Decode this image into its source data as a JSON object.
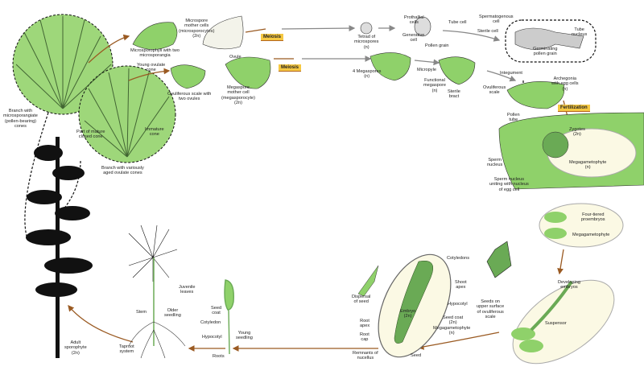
{
  "colors": {
    "plant_green": "#8fd16a",
    "pale_yellow": "#fbf9e4",
    "arrow_brown": "#9a5a22",
    "badge": "#f5c842"
  },
  "stages": {
    "meiosis": "Meiosis",
    "fertilization": "Fertilization"
  },
  "labels": {
    "microspore_mother_cells": "Microspore\nmother cells\n(microsporocytes)\n(2n)",
    "microsporophyll": "Microsporophyll with two\nmicrosporangia",
    "young_ovulate_cone": "Young ovulate\ncone",
    "ovuliferous_scale_two_ovules": "Ovuliferous scale with\ntwo ovules",
    "ovule": "Ovule",
    "megaspore_mother_cell": "Megaspore\nmother cell\n(megasporocyte)\n(2n)",
    "branch_microsporangiate": "Branch with\nmicrosporangiate\n(pollen-bearing)\ncones",
    "mature_closed_cone": "Part of mature\nclosed cone",
    "immature_cone": "Immature\ncone",
    "branch_ovulate": "Branch with variously\naged ovulate cones",
    "tetrad": "Tetrad of\nmicrospores\n(n)",
    "prothallial_cells": "Prothallial\ncells",
    "tube_cell": "Tube cell",
    "generative_cell": "Generative\ncell",
    "pollen_grain": "Pollen grain",
    "spermatogenous_cell": "Spermatogenous\ncell",
    "sterile_cell": "Sterile cell",
    "tube_nucleus": "Tube\nnucleus",
    "germinating_pollen": "Germinating\npollen grain",
    "four_megaspores": "4 Megaspores\n(n)",
    "micropyle": "Micropyle",
    "functional_megaspore": "Functional\nmegaspore\n(n)",
    "sterile_bract": "Sterile\nbract",
    "ovuliferous_scale": "Ovuliferous\nscale",
    "integument": "Integument",
    "archegonia": "Archegonia\nwith egg cells\n(n)",
    "pollen_tube": "Pollen\ntube",
    "zygotes": "Zygotes\n(2n)",
    "sperm_nucleus": "Sperm\nnucleus",
    "megagametophyte_fert": "Megagametophyte\n(n)",
    "sperm_uniting": "Sperm nucleus\nuniting with nucleus\nof egg cell",
    "four_tiered_proembryos": "Four-tiered\nproembryos",
    "megagametophyte_pro": "Megagametophyte",
    "developing_embryos": "Developing\nembryos",
    "suspensor": "Suspensor",
    "seeds_on_scale": "Seeds on\nupper surface\nof ovuliferous\nscale",
    "cotyledons": "Cotyledons",
    "shoot_apex": "Shoot\napex",
    "hypocotyl_seed": "Hypocotyl",
    "embryo": "Embryo\n(2n)",
    "seed_coat_2n": "Seed coat\n(2n)",
    "megagametophyte_seed": "Megagametophyte\n(n)",
    "root_apex": "Root\napex",
    "root_cap": "Root\ncap",
    "remnants_nucellus": "Remnants of\nnucellus",
    "seed": "Seed",
    "dispersal": "Dispersal\nof seed",
    "juvenile_leaves": "Juvenile\nleaves",
    "stem": "Stem",
    "older_seedling": "Older\nseedling",
    "taproot": "Taproot\nsystem",
    "adult_sporophyte": "Adult\nsporophyte\n(2n)",
    "seed_coat": "Seed\ncoat",
    "cotyledon": "Cotyledon",
    "hypocotyl_seedling": "Hypocotyl",
    "young_seedling": "Young\nseedling",
    "roots": "Roots"
  }
}
